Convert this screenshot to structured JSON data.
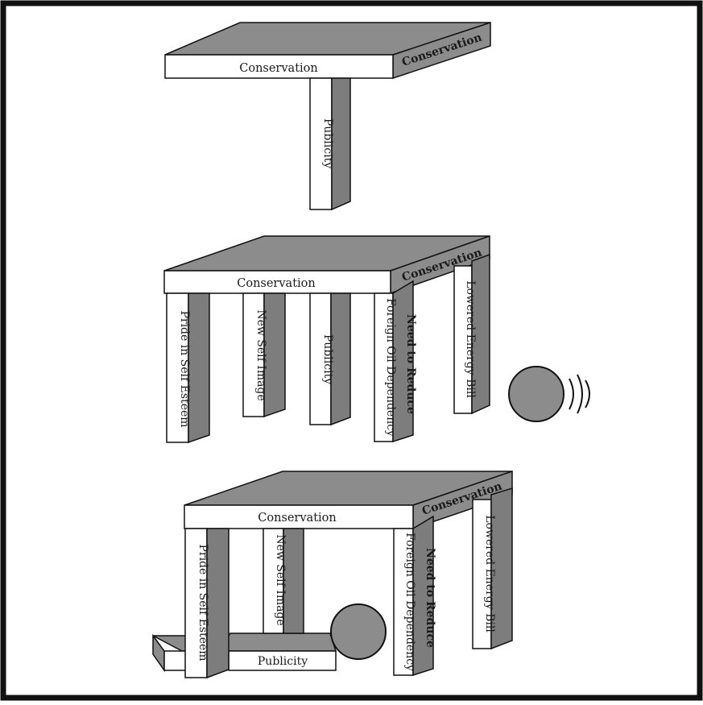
{
  "figure": {
    "panels": [
      {
        "id": "one-leg",
        "top_front": "Conservation",
        "top_side": "Conservation",
        "legs": [
          "Publicity"
        ]
      },
      {
        "id": "five-legs",
        "top_front": "Conservation",
        "top_side": "Conservation",
        "legs": [
          "Pride in Self Esteem",
          "New Self Image",
          "Publicity",
          "Foreign Oil Dependency",
          "Need to Reduce",
          "Lowered Energy Bill"
        ]
      },
      {
        "id": "knocked-leg",
        "top_front": "Conservation",
        "top_side": "Conservation",
        "legs": [
          "Pride in Self Esteem",
          "New Self Image",
          "Foreign Oil Dependency",
          "Need to Reduce",
          "Lowered Energy Bill"
        ],
        "fallen_leg": "Publicity"
      }
    ]
  },
  "colors": {
    "border": "#111111",
    "gray": "#8c8c8c",
    "dark_gray": "#7d7d7d",
    "white": "#ffffff"
  }
}
